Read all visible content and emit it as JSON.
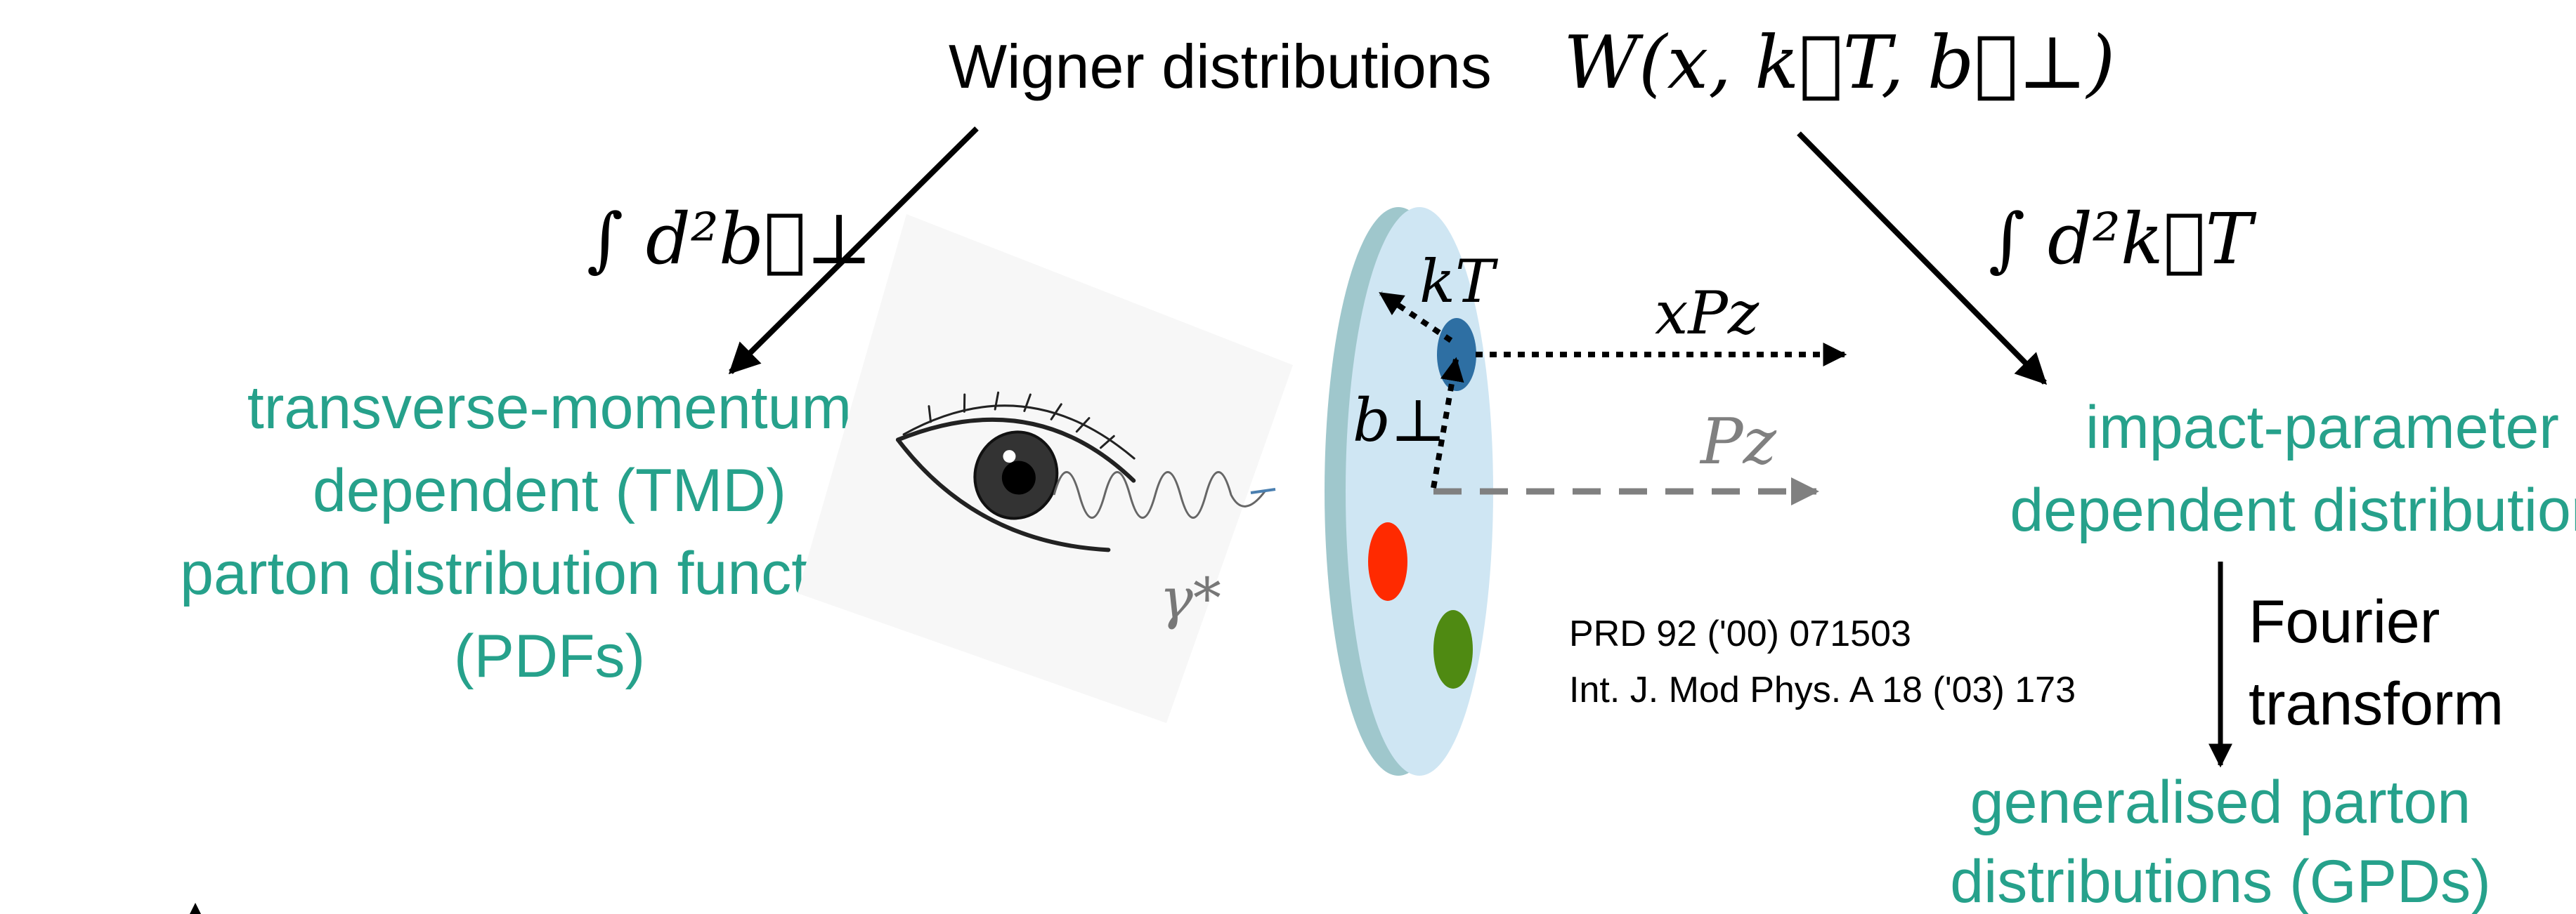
{
  "colors": {
    "teal": "#26a18b",
    "disc_face": "#cfe6f3",
    "disc_rim": "#9fc7cc",
    "quark_blue": "#2e6fa3",
    "quark_red": "#ff2a00",
    "quark_green": "#4f8a12",
    "gray_arrow": "#808080"
  },
  "title": {
    "text": "Wigner distributions",
    "formula": "W(x, k⃗T, b⃗⊥)"
  },
  "left_integral": "∫ d²b⃗⊥",
  "right_integral": "∫ d²k⃗T",
  "left_label": {
    "line1": "transverse-momentum",
    "line2": "dependent (TMD)",
    "line3": "parton distribution functions",
    "line4": "(PDFs)"
  },
  "right_label": {
    "line1": "impact-parameter",
    "line2": "dependent  distributions"
  },
  "fourier": {
    "line1": "Fourier",
    "line2": "transform"
  },
  "bottom_label": {
    "line1": "generalised  parton",
    "line2": "distributions  (GPDs)"
  },
  "references": {
    "line1": "PRD 92 ('00) 071503",
    "line2": "Int. J. Mod Phys. A 18 ('03) 173"
  },
  "symbols": {
    "kT": "kT",
    "b_perp": "b⊥",
    "xPz": "xPz",
    "Pz": "Pz",
    "gamma_star": "γ*"
  }
}
